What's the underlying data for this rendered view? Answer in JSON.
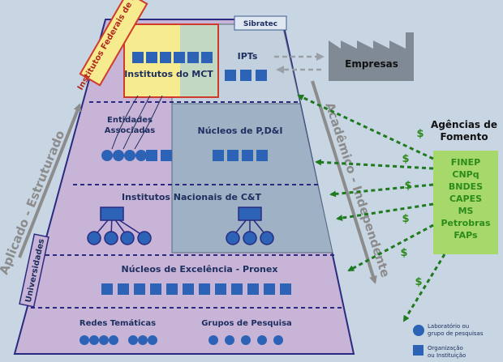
{
  "diagram": {
    "institutos_federais": "Institutos Federais de C&T",
    "sibratec": "Sibratec",
    "ipts": "IPTs",
    "institutos_mct": "Institutos do MCT",
    "empresas": "Empresas",
    "entidades_associadas_l1": "Entidades",
    "entidades_associadas_l2": "Associadas",
    "nucleos_pdi": "Núcleos de P,D&I",
    "institutos_nacionais": "Institutos Nacionais de C&T",
    "nucleos_excelencia": "Núcleos de Excelência - Pronex",
    "redes_tematicas": "Redes Temáticas",
    "grupos_pesquisa": "Grupos de Pesquisa",
    "universidades": "Universidades",
    "aplicado_estruturado": "Aplicado - Estruturado",
    "academico_independente": "Acadêmico - Independente",
    "agencias_l1": "Agências de",
    "agencias_l2": "Fomento",
    "agencies": [
      "FINEP",
      "CNPq",
      "BNDES",
      "CAPES",
      "MS",
      "Petrobras",
      "FAPs"
    ],
    "dollar": "$",
    "legend": {
      "lab_l1": "Laboratório ou",
      "lab_l2": "grupo de pesquisas",
      "org_l1": "Organização",
      "org_l2": "ou Instituição"
    }
  },
  "colors": {
    "background": "#c8d5e3",
    "pyramid_fill": "#c7b4d6",
    "pyramid_stroke": "#2a2a80",
    "inner_panel": "#9fb2c5",
    "ipt_panel": "#c3d0de",
    "yellow_zone": "#f7eb8f",
    "red_border": "#d03a2b",
    "square": "#2d63b6",
    "node": "#2d63b6",
    "green_box": "#a6d86b",
    "green_text": "#2c8b1a",
    "arrow_green": "#1f7a1f",
    "factory": "#7f8a94",
    "axis_arrow": "#8c8c8c"
  }
}
